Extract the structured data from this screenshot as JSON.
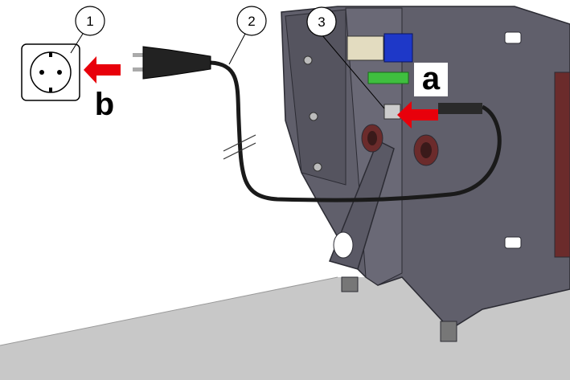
{
  "callouts": {
    "socket": "1",
    "power_cable": "2",
    "connector": "3"
  },
  "steps": {
    "unplug_connector": "a",
    "unplug_mains": "b"
  },
  "colors": {
    "arrow": "#e8000b",
    "machine": "#5f5e6a",
    "floor": "#c8c8c8",
    "cable": "#1a1a1a"
  }
}
